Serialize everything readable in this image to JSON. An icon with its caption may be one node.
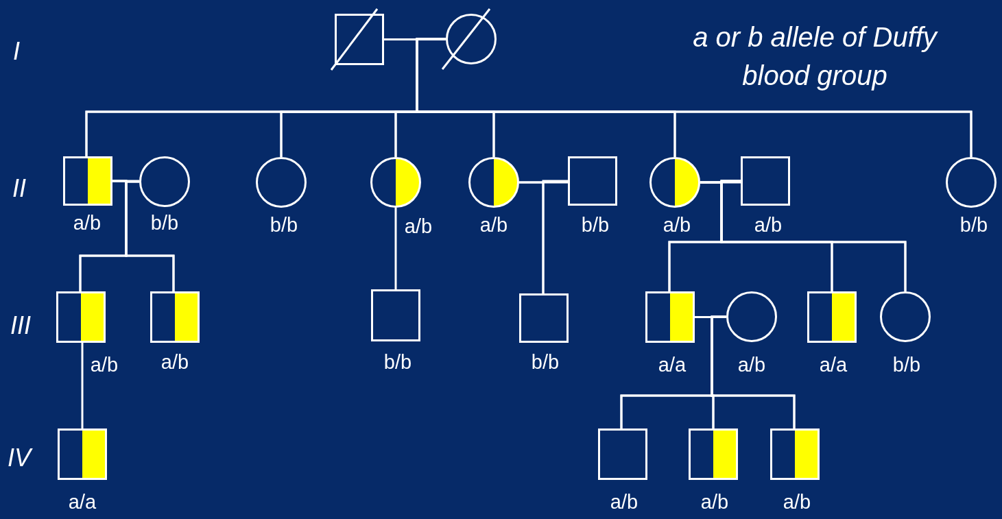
{
  "diagram": {
    "nodes": [
      {
        "text": [],
        "shape": "box"
      },
      {
        "text": [],
        "shape": "circle"
      },
      {
        "text": [],
        "shape": "box",
        "beside": [
          "a/b"
        ]
      },
      {
        "text": [],
        "shape": "circle",
        "beside": [
          "b/b"
        ]
      },
      {
        "text": [],
        "shape": "circle",
        "beside": [
          "b/b"
        ]
      },
      {
        "text": [],
        "shape": "circle",
        "beside": [
          "a/b"
        ]
      },
      {
        "text": [],
        "shape": "circle",
        "beside": [
          "a/b"
        ]
      },
      {
        "text": [],
        "shape": "box",
        "beside": [
          "b/b"
        ]
      },
      {
        "text": [],
        "shape": "circle",
        "beside": [
          "a/b"
        ]
      },
      {
        "text": [],
        "shape": "box",
        "beside": [
          "a/b"
        ]
      },
      {
        "text": [],
        "shape": "circle",
        "beside": [
          "b/b"
        ]
      },
      {
        "text": [],
        "shape": "box",
        "beside": [
          "a/b"
        ]
      },
      {
        "text": [],
        "shape": "box",
        "beside": [
          "a/b"
        ]
      },
      {
        "text": [],
        "shape": "box",
        "beside": [
          "b/b"
        ]
      },
      {
        "text": [],
        "shape": "box",
        "beside": [
          "b/b"
        ]
      },
      {
        "text": [],
        "shape": "box",
        "beside": [
          "a/a"
        ]
      },
      {
        "text": [],
        "shape": "circle",
        "beside": [
          "a/b"
        ]
      },
      {
        "text": [],
        "shape": "box",
        "beside": [
          "a/a"
        ]
      },
      {
        "text": [],
        "shape": "circle",
        "beside": [
          "b/b"
        ]
      },
      {
        "text": [],
        "shape": "box",
        "beside": [
          "a/a"
        ]
      },
      {
        "text": [],
        "shape": "box",
        "beside": [
          "a/b"
        ]
      },
      {
        "text": [],
        "shape": "box",
        "beside": [
          "a/b"
        ]
      },
      {
        "text": [],
        "shape": "box",
        "beside": [
          "a/b"
        ]
      }
    ],
    "edges": [
      {
        "from": 0,
        "to": 1,
        "arrow": "none"
      },
      {
        "from": 0,
        "to": 2,
        "arrow": "none"
      },
      {
        "from": 1,
        "to": 2,
        "arrow": "none"
      },
      {
        "from": 0,
        "to": 4,
        "arrow": "none"
      },
      {
        "from": 1,
        "to": 4,
        "arrow": "none"
      },
      {
        "from": 0,
        "to": 5,
        "arrow": "none"
      },
      {
        "from": 1,
        "to": 5,
        "arrow": "none"
      },
      {
        "from": 0,
        "to": 6,
        "arrow": "none"
      },
      {
        "from": 1,
        "to": 6,
        "arrow": "none"
      },
      {
        "from": 0,
        "to": 8,
        "arrow": "none"
      },
      {
        "from": 1,
        "to": 8,
        "arrow": "none"
      },
      {
        "from": 0,
        "to": 10,
        "arrow": "none"
      },
      {
        "from": 1,
        "to": 10,
        "arrow": "none"
      },
      {
        "from": 2,
        "to": 3,
        "arrow": "none"
      },
      {
        "from": 6,
        "to": 7,
        "arrow": "none"
      },
      {
        "from": 8,
        "to": 9,
        "arrow": "none"
      },
      {
        "from": 2,
        "to": 11,
        "arrow": "none"
      },
      {
        "from": 3,
        "to": 11,
        "arrow": "none"
      },
      {
        "from": 2,
        "to": 12,
        "arrow": "none"
      },
      {
        "from": 3,
        "to": 12,
        "arrow": "none"
      },
      {
        "from": 5,
        "to": 13,
        "arrow": "none"
      },
      {
        "from": 6,
        "to": 14,
        "arrow": "none"
      },
      {
        "from": 7,
        "to": 14,
        "arrow": "none"
      },
      {
        "from": 8,
        "to": 15,
        "arrow": "none"
      },
      {
        "from": 9,
        "to": 15,
        "arrow": "none"
      },
      {
        "from": 8,
        "to": 17,
        "arrow": "none"
      },
      {
        "from": 9,
        "to": 17,
        "arrow": "none"
      },
      {
        "from": 8,
        "to": 18,
        "arrow": "none"
      },
      {
        "from": 9,
        "to": 18,
        "arrow": "none"
      },
      {
        "from": 15,
        "to": 16,
        "arrow": "none"
      },
      {
        "from": 11,
        "to": 19,
        "arrow": "none"
      },
      {
        "from": 15,
        "to": 20,
        "arrow": "none"
      },
      {
        "from": 16,
        "to": 20,
        "arrow": "none"
      },
      {
        "from": 15,
        "to": 21,
        "arrow": "none"
      },
      {
        "from": 16,
        "to": 21,
        "arrow": "none"
      },
      {
        "from": 15,
        "to": 22,
        "arrow": "none"
      },
      {
        "from": 16,
        "to": 22,
        "arrow": "none"
      }
    ],
    "labels": [
      "I",
      "a or b allele of Duffy blood group",
      "II",
      "III",
      "IV"
    ]
  }
}
